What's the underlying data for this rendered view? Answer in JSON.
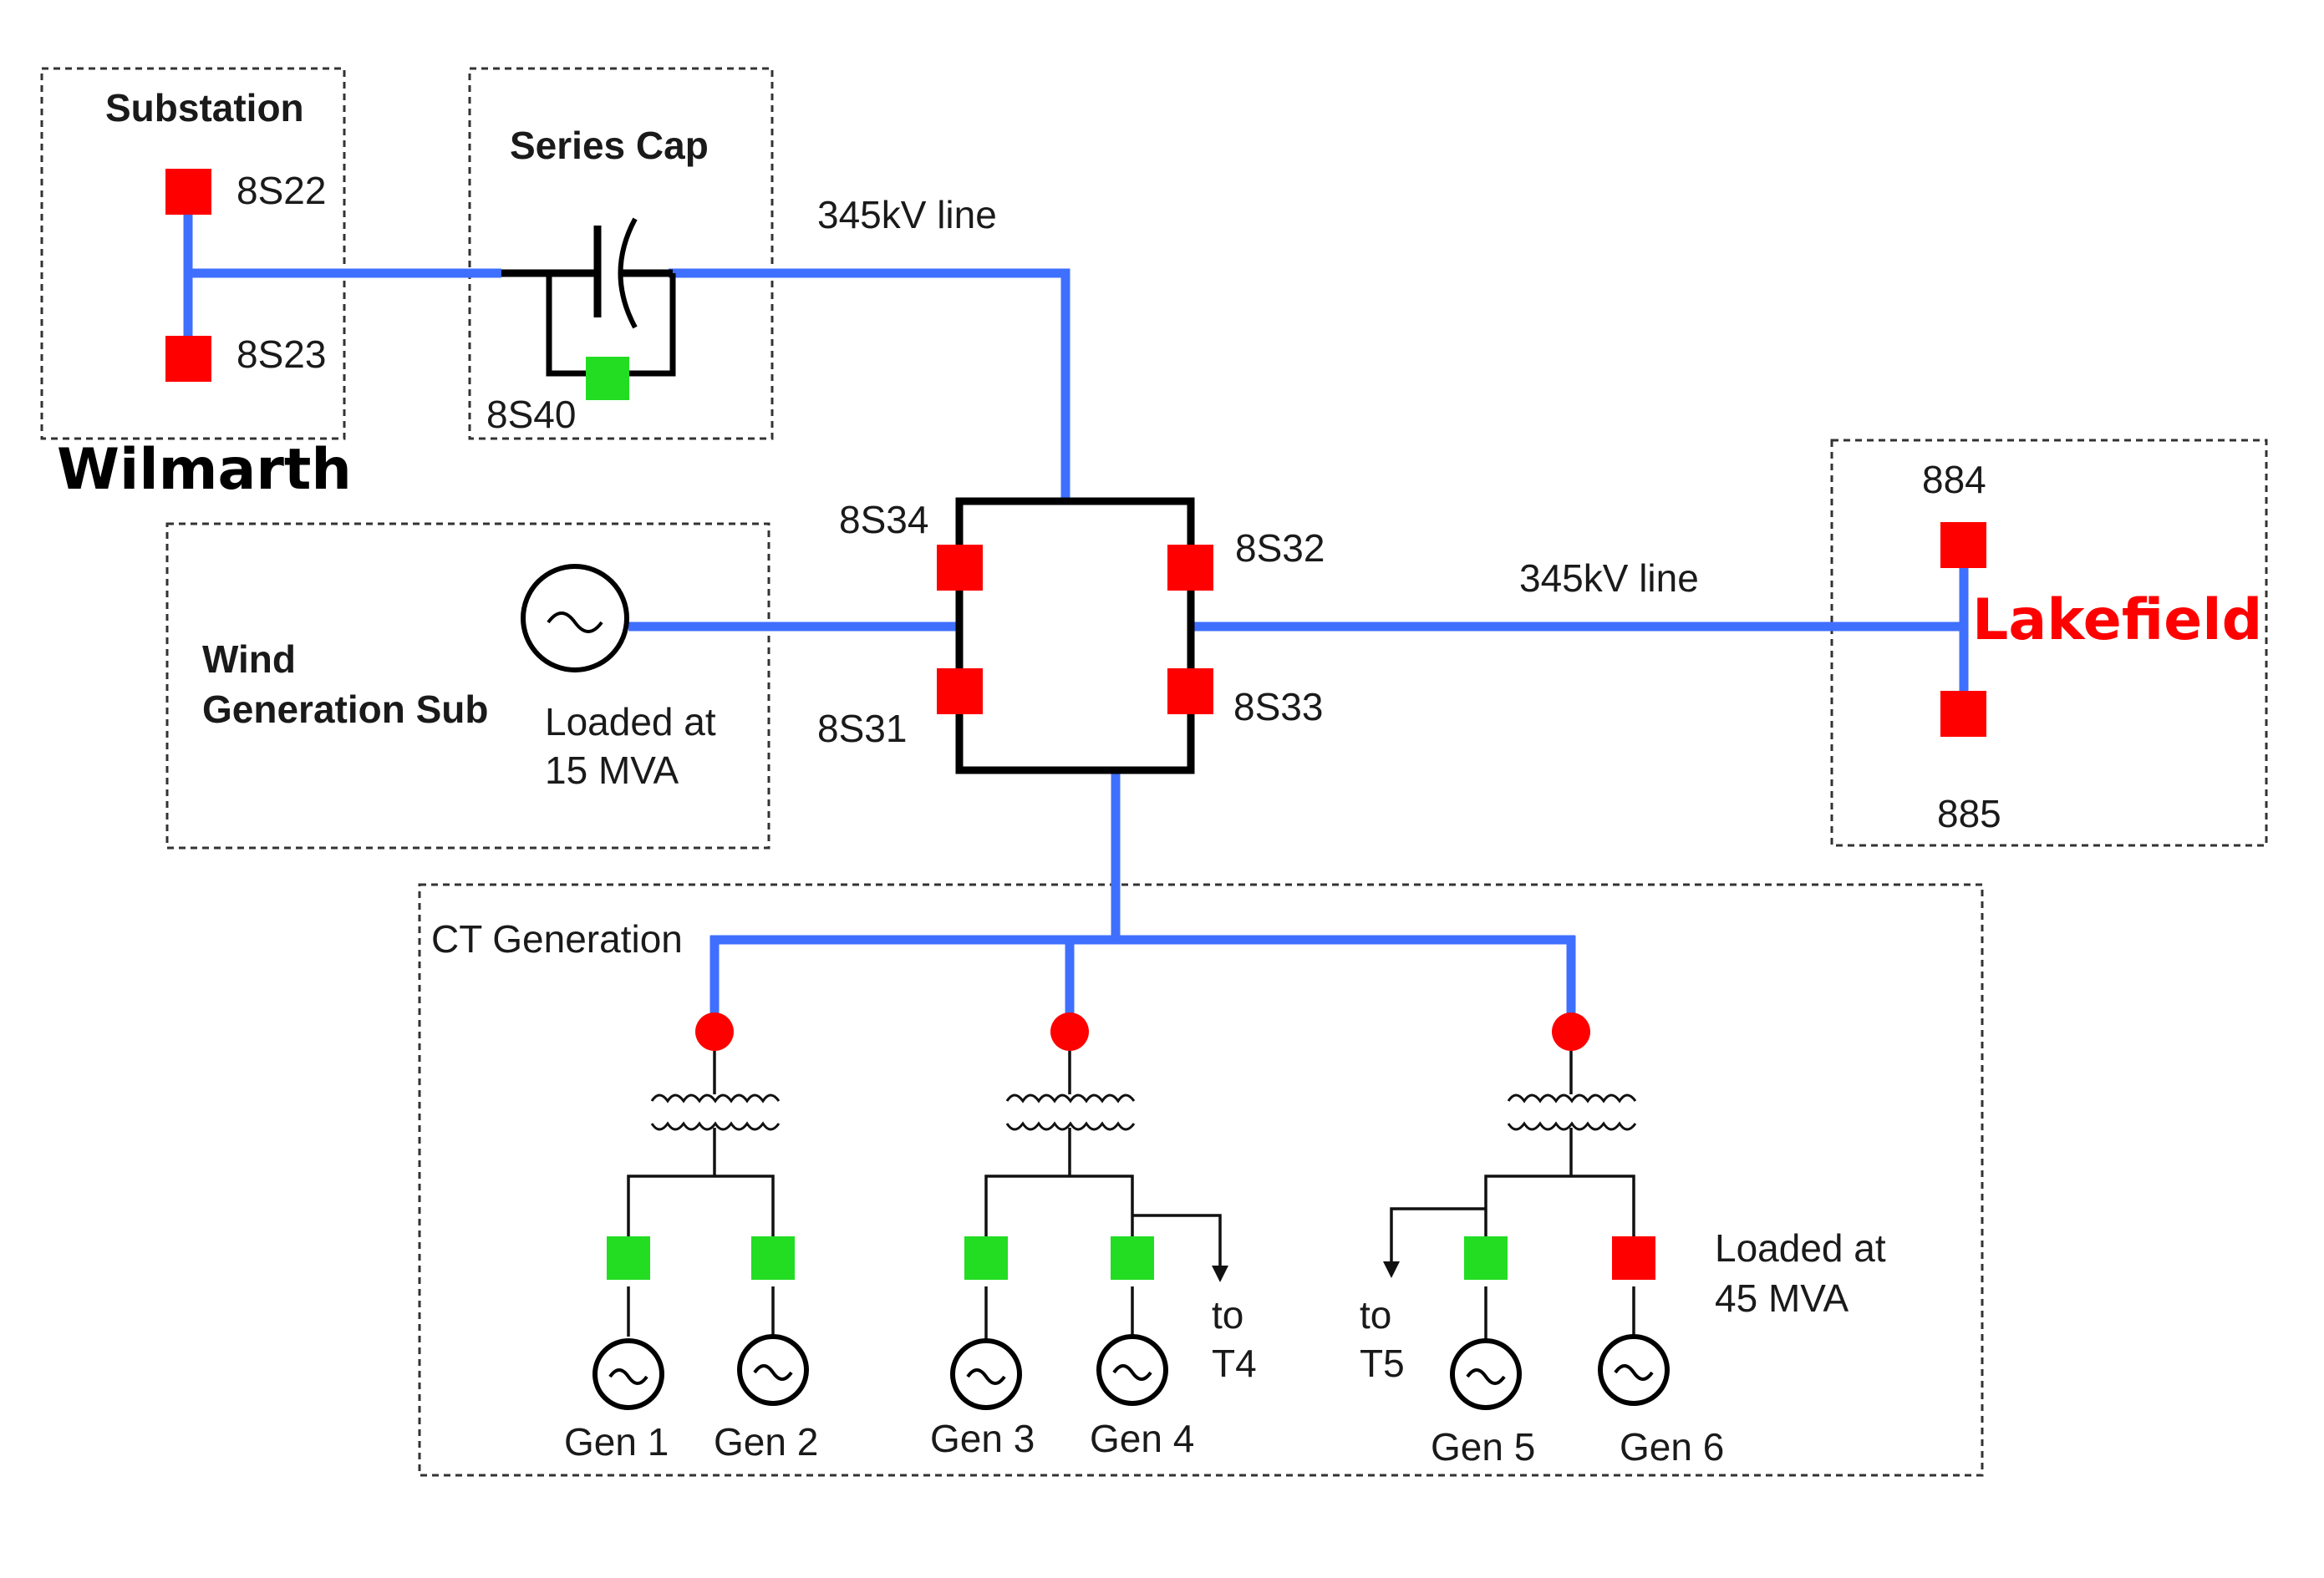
{
  "colors": {
    "line": "#3f6fff",
    "breaker_closed": "#ff0000",
    "breaker_open": "#22dd22",
    "lakefield": "#ff0000",
    "wilmarth": "#000000"
  },
  "labels": {
    "substation": "Substation",
    "series_cap": "Series Cap",
    "wilmarth": "Wilmarth",
    "lakefield": "Lakefield",
    "line_top": "345kV line",
    "line_right": "345kV line",
    "wind_line1": "Wind",
    "wind_line2": "Generation Sub",
    "wind_load1": "Loaded at",
    "wind_load2": "15 MVA",
    "ct_generation": "CT Generation",
    "ct_load1": "Loaded at",
    "ct_load2": "45 MVA",
    "to_t4_1": "to",
    "to_t4_2": "T4",
    "to_t5_1": "to",
    "to_t5_2": "T5"
  },
  "breakers": {
    "b8s22": {
      "label": "8S22",
      "state": "closed"
    },
    "b8s23": {
      "label": "8S23",
      "state": "closed"
    },
    "b8s40": {
      "label": "8S40",
      "state": "open"
    },
    "b8s34": {
      "label": "8S34",
      "state": "closed"
    },
    "b8s32": {
      "label": "8S32",
      "state": "closed"
    },
    "b8s31": {
      "label": "8S31",
      "state": "closed"
    },
    "b8s33": {
      "label": "8S33",
      "state": "closed"
    },
    "b884": {
      "label": "884",
      "state": "closed"
    },
    "b885": {
      "label": "885",
      "state": "closed"
    }
  },
  "generators": [
    {
      "label": "Gen 1",
      "breaker_state": "open"
    },
    {
      "label": "Gen 2",
      "breaker_state": "open"
    },
    {
      "label": "Gen 3",
      "breaker_state": "open"
    },
    {
      "label": "Gen 4",
      "breaker_state": "open"
    },
    {
      "label": "Gen 5",
      "breaker_state": "open"
    },
    {
      "label": "Gen 6",
      "breaker_state": "closed"
    }
  ],
  "icons": {
    "generator": "generator-icon",
    "transformer": "transformer-icon",
    "capacitor": "capacitor-icon",
    "arrow": "arrow-down-icon"
  }
}
